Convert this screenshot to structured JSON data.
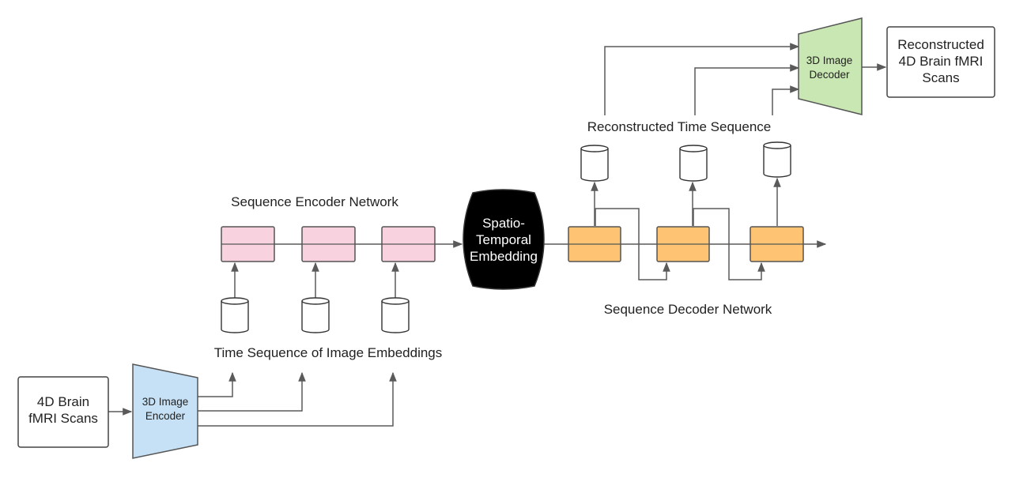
{
  "input": {
    "label_line1": "4D Brain",
    "label_line2": "fMRI Scans"
  },
  "encoder": {
    "label_line1": "3D Image",
    "label_line2": "Encoder",
    "color": "#c6e1f5"
  },
  "embeddings_label": "Time Sequence of Image Embeddings",
  "seq_encoder_label": "Sequence Encoder Network",
  "seq_encoder_color": "#f9d2df",
  "latent": {
    "line1": "Spatio-",
    "line2": "Temporal",
    "line3": "Embedding",
    "color": "#000000"
  },
  "seq_decoder_label": "Sequence Decoder Network",
  "seq_decoder_color": "#ffc374",
  "recon_seq_label": "Reconstructed Time Sequence",
  "decoder": {
    "label_line1": "3D Image",
    "label_line2": "Decoder",
    "color": "#c9e7b2"
  },
  "output": {
    "label_line1": "Reconstructed",
    "label_line2": "4D Brain fMRI",
    "label_line3": "Scans"
  }
}
